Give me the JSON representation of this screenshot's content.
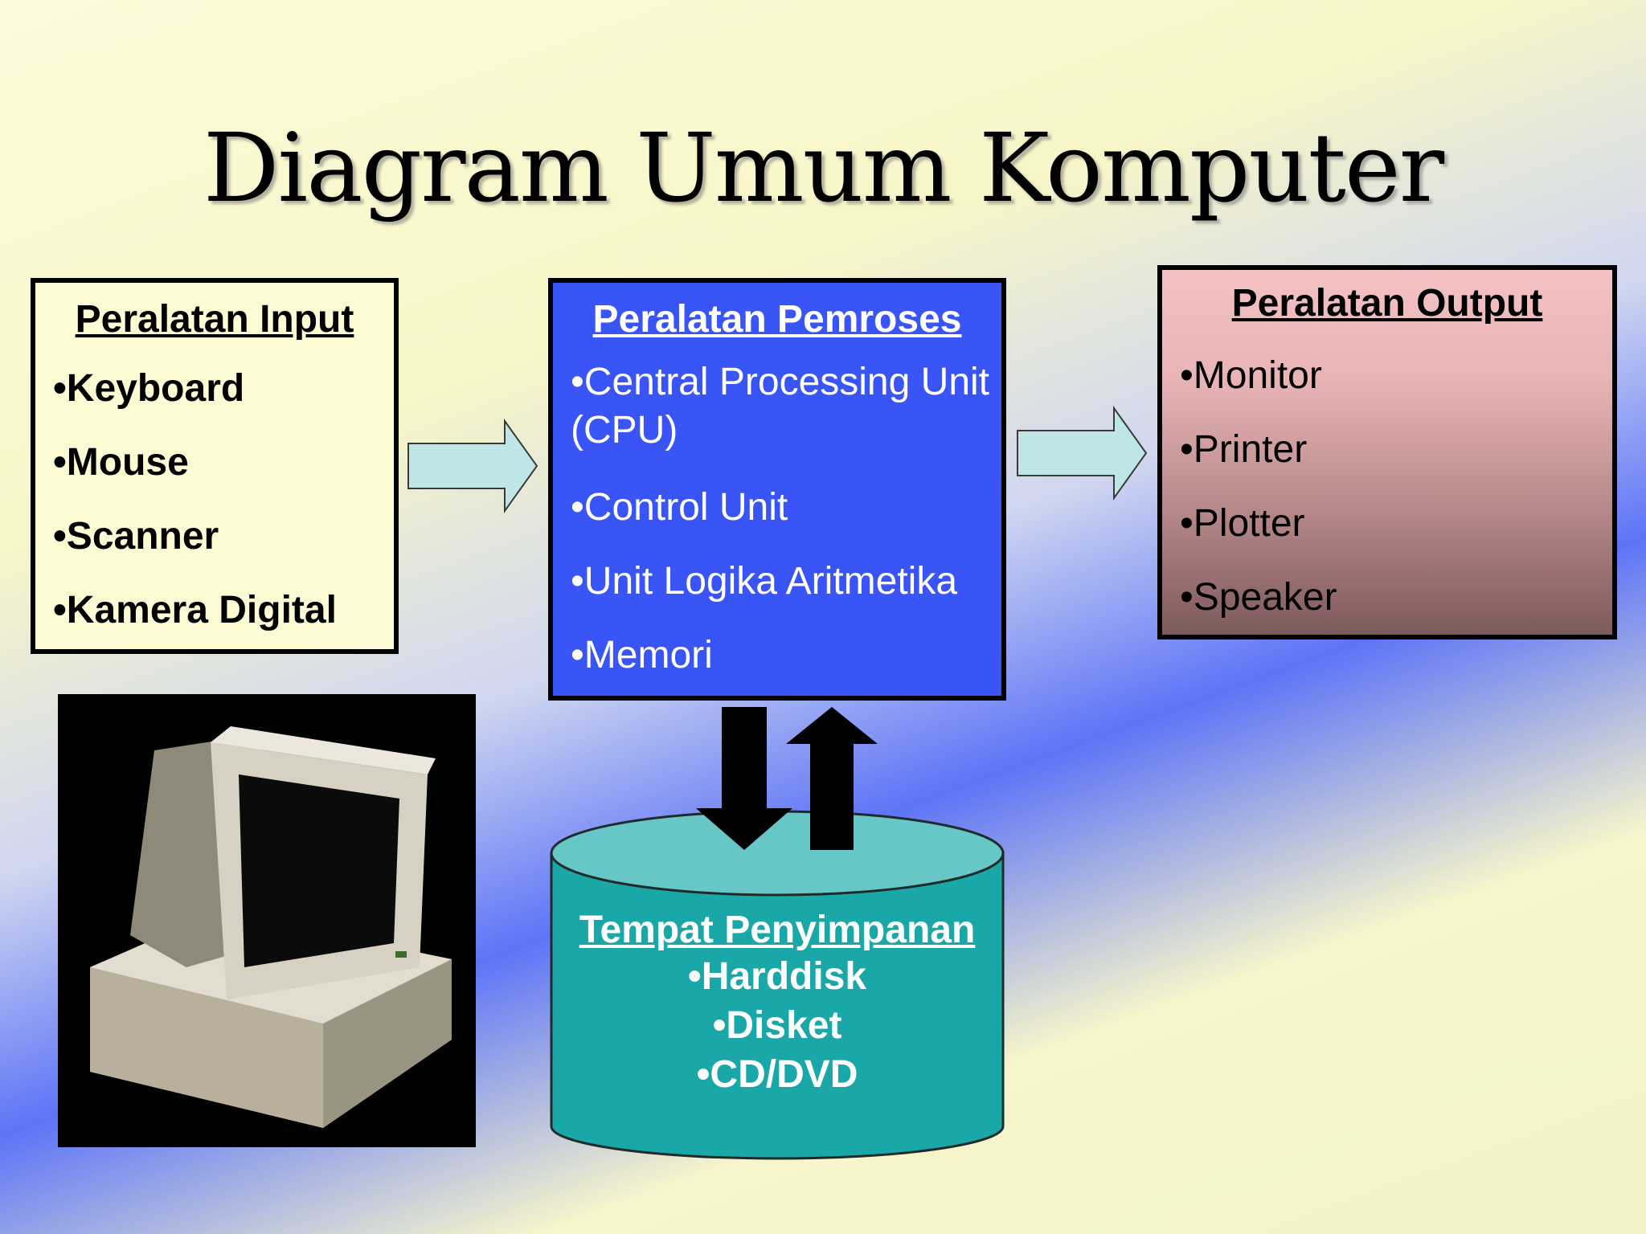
{
  "slide": {
    "title": "Diagram Umum Komputer"
  },
  "input": {
    "heading": "Peralatan Input",
    "items": [
      "•Keyboard",
      "•Mouse",
      "•Scanner",
      "•Kamera Digital"
    ]
  },
  "process": {
    "heading": "Peralatan Pemroses",
    "items": [
      "•Central Processing Unit (CPU)",
      "•Control Unit",
      "•Unit Logika Aritmetika",
      "•Memori"
    ]
  },
  "output": {
    "heading": "Peralatan Output",
    "items": [
      "•Monitor",
      "•Printer",
      "•Plotter",
      "•Speaker"
    ]
  },
  "storage": {
    "heading": "Tempat Penyimpanan",
    "items": [
      "•Harddisk",
      "•Disket",
      "•CD/DVD"
    ]
  },
  "colors": {
    "process_fill": "#3a55f7",
    "storage_fill": "#1aa7a7",
    "arrow_fill": "#bfe6e6",
    "input_fill": "#fdfbd4",
    "output_fill": "#d9a4a6"
  },
  "icons": {
    "computer": "computer-icon"
  }
}
